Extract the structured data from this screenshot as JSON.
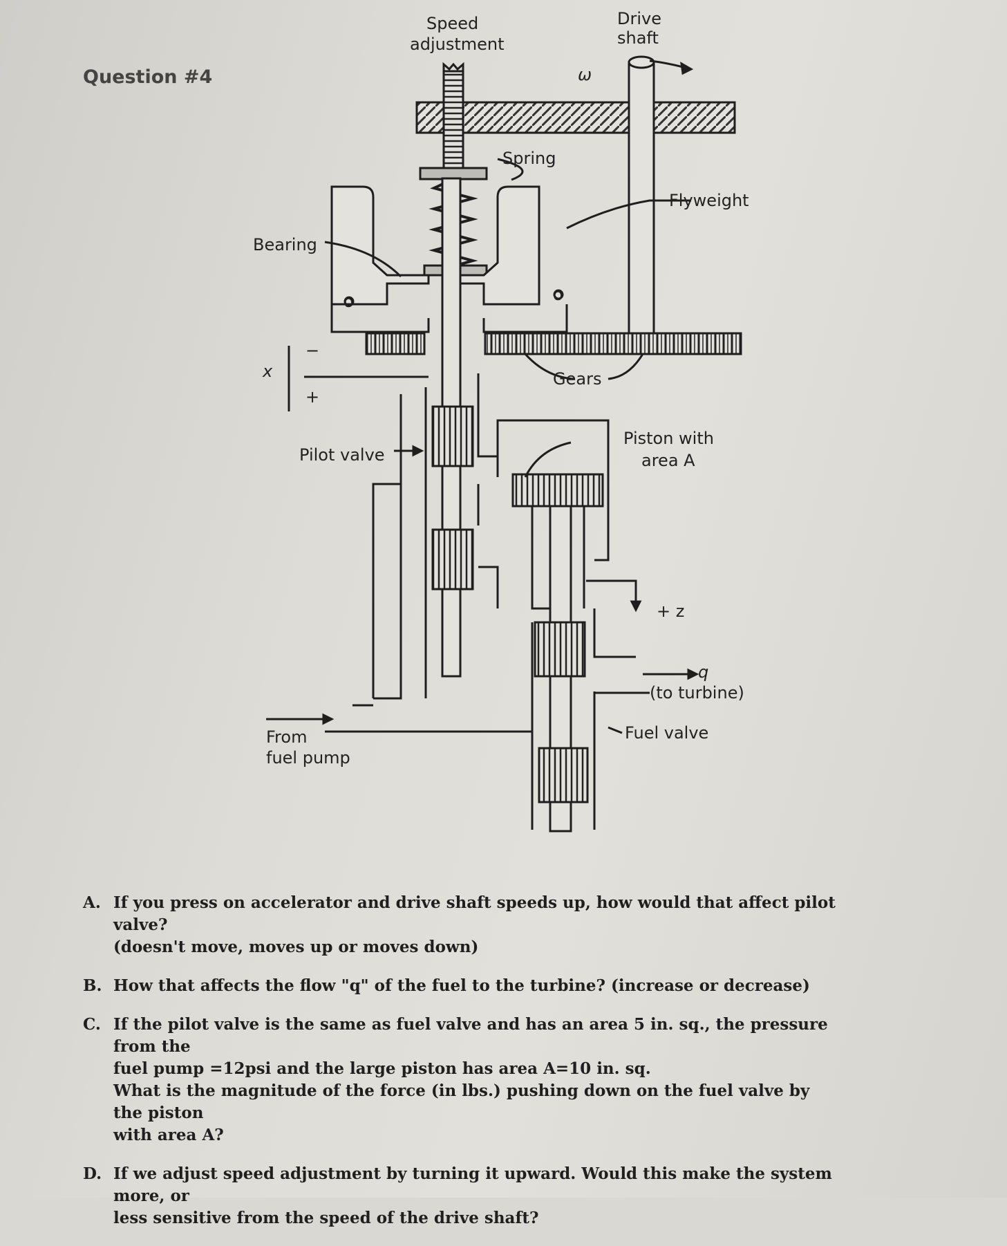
{
  "question": {
    "label": "Question #4"
  },
  "diagram": {
    "labels": {
      "speed_adjustment_1": "Speed",
      "speed_adjustment_2": "adjustment",
      "drive_shaft_1": "Drive",
      "drive_shaft_2": "shaft",
      "omega": "ω",
      "spring": "Spring",
      "flyweight": "Flyweight",
      "bearing": "Bearing",
      "x": "x",
      "minus": "−",
      "plus": "+",
      "gears": "Gears",
      "pilot_valve": "Pilot valve",
      "piston_1": "Piston with",
      "piston_2": "area A",
      "plus_z": "+ z",
      "q": "q",
      "to_turbine": "(to turbine)",
      "from_1": "From",
      "from_2": "fuel pump",
      "fuel_valve": "Fuel valve",
      "pivot_o": "o"
    }
  },
  "questions": [
    {
      "letter": "A.",
      "lines": [
        "If you press on accelerator and drive shaft speeds up, how would that affect pilot valve?",
        "(doesn't move, moves up or moves down)"
      ]
    },
    {
      "letter": "B.",
      "lines": [
        "How that affects the flow \"q\" of the fuel to the turbine? (increase or decrease)"
      ]
    },
    {
      "letter": "C.",
      "lines": [
        "If the pilot valve is the same as fuel valve and has an area 5 in. sq., the pressure from the",
        "fuel pump =12psi and the large piston has area A=10 in. sq.",
        "What is the magnitude of the force (in lbs.) pushing down on the fuel valve by the piston",
        "with area A?"
      ]
    },
    {
      "letter": "D.",
      "lines": [
        "If we adjust speed adjustment by turning  it upward. Would this make the system more, or",
        "less sensitive from the speed of the drive shaft?"
      ]
    }
  ]
}
